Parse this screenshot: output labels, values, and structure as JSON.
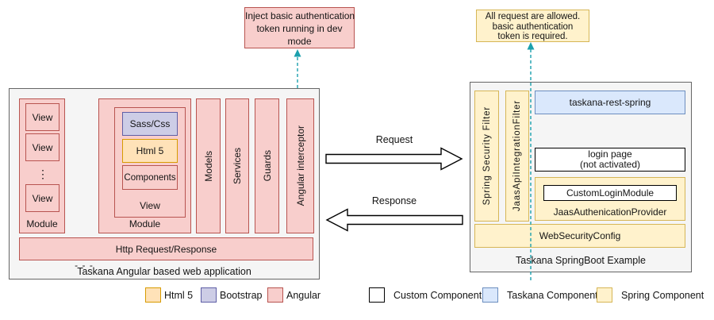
{
  "colors": {
    "angular_fill": "#f8cecc",
    "angular_stroke": "#b85450",
    "html5_fill": "#ffe2b8",
    "html5_stroke": "#d79b00",
    "bootstrap_fill": "#cdcde6",
    "bootstrap_stroke": "#5f5fa6",
    "taskana_fill": "#dae8fc",
    "taskana_stroke": "#6c8ebf",
    "spring_fill": "#fff2cc",
    "spring_stroke": "#d6b656",
    "custom_fill": "#ffffff",
    "custom_stroke": "#000000",
    "container_fill": "#f5f5f5",
    "container_stroke": "#666666",
    "dashed_arrow": "#1ba0ad",
    "arrow_fill": "#ffffff",
    "arrow_stroke": "#000000"
  },
  "callouts": {
    "dev_token": {
      "lines": [
        "Inject basic authentication",
        "token running in dev",
        "mode"
      ]
    },
    "auth_required": {
      "lines": [
        "All request are allowed.",
        "basic authentication",
        "token is required."
      ]
    }
  },
  "angular_app": {
    "title": "Taskana Angular based web application",
    "module1": {
      "label": "Module",
      "views": [
        "View",
        "View",
        "View"
      ],
      "ellipsis": "⋮"
    },
    "between_modules": "- - -",
    "module2": {
      "label": "Module",
      "view": {
        "label": "View",
        "children": [
          "Sass/Css",
          "Html 5",
          "Components"
        ]
      }
    },
    "bars": [
      "Models",
      "Services",
      "Guards",
      "Angular interceptor"
    ],
    "http_bar": "Http Request/Response"
  },
  "arrows": {
    "request": "Request",
    "response": "Response"
  },
  "spring_app": {
    "title": "Taskana SpringBoot Example",
    "filters": [
      "Spring Security Filter",
      "JaasApiIntegrationFilter"
    ],
    "rest": "taskana-rest-spring",
    "login_page_lines": [
      "login page",
      "(not activated)"
    ],
    "jaas_provider": {
      "label": "JaasAuthenicationProvider",
      "child": "CustomLoginModule"
    },
    "web_security": "WebSecurityConfig"
  },
  "legend": [
    {
      "label": "Html 5"
    },
    {
      "label": "Bootstrap"
    },
    {
      "label": "Angular"
    },
    {
      "label": "Custom Component"
    },
    {
      "label": "Taskana Component"
    },
    {
      "label": "Spring Component"
    }
  ]
}
